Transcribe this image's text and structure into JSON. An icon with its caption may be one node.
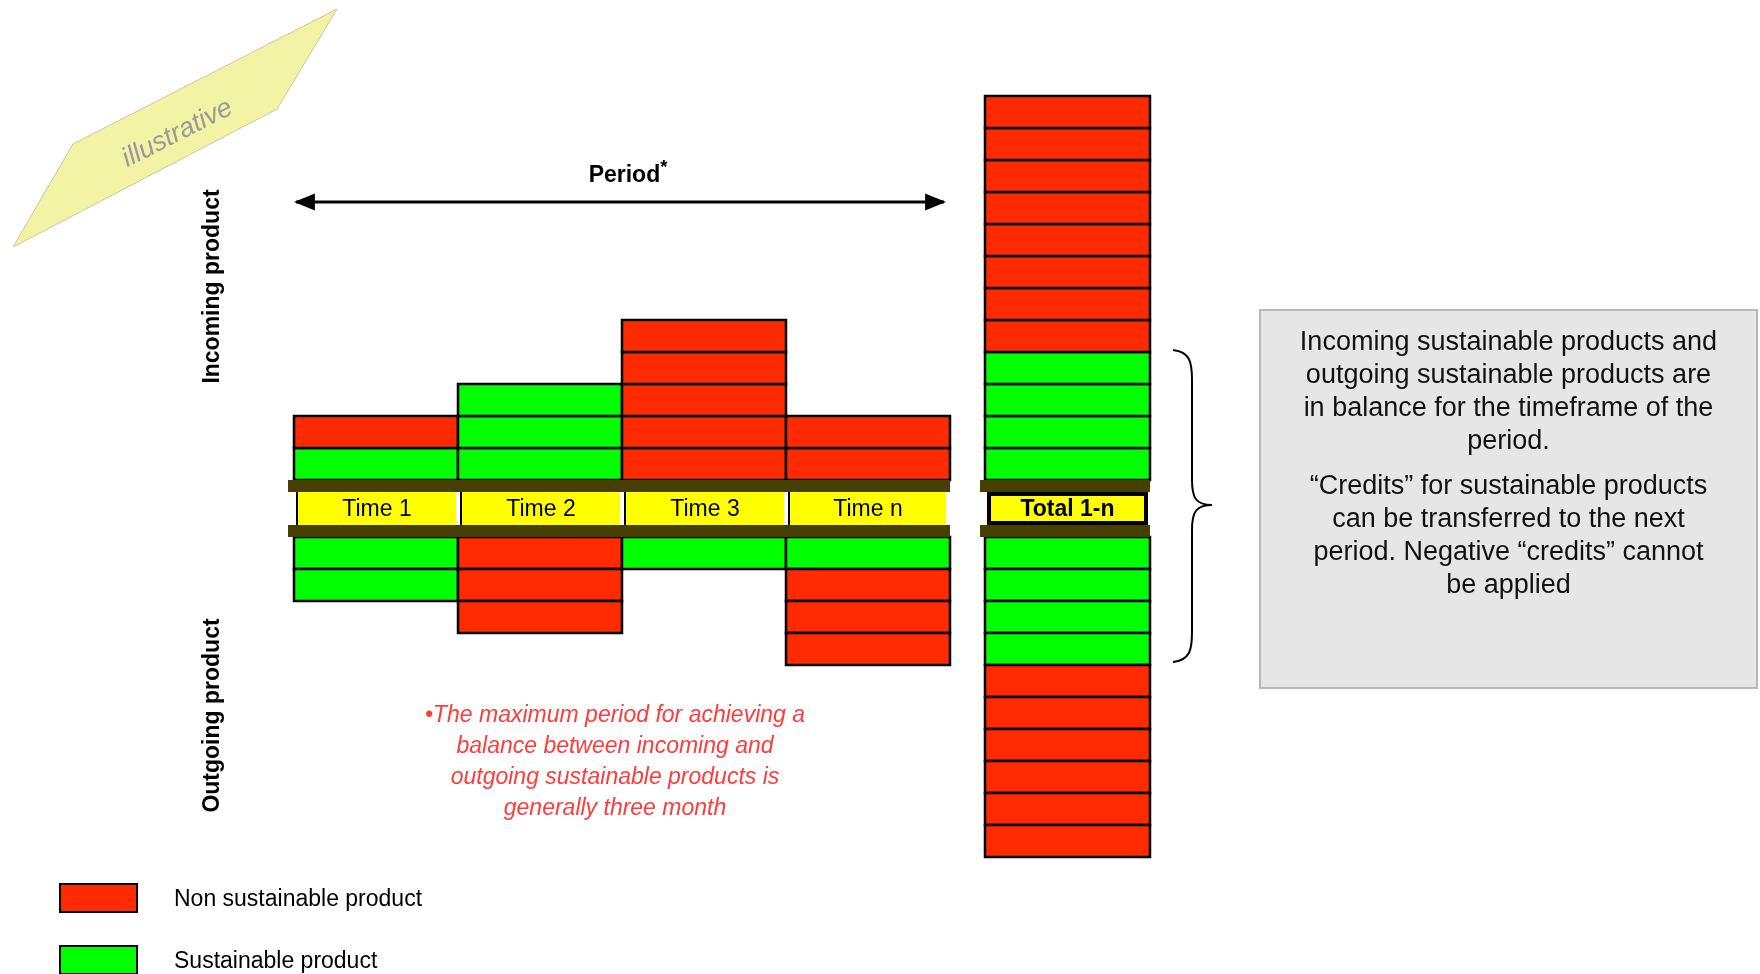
{
  "diagram": {
    "nodes": [
      {
        "text": [
          "Time 1"
        ]
      },
      {
        "text": [
          "Time 2"
        ]
      },
      {
        "text": [
          "Time 3"
        ]
      },
      {
        "text": [
          "Time n"
        ]
      },
      {
        "text": [
          "Total 1-n"
        ]
      },
      {
        "text": [
          "Incoming sustainable products and outgoing sustainable products are in balance for the timeframe of the period.",
          "“Credits” for sustainable products can be transferred to the next period. Negative “credits” cannot be applied"
        ]
      }
    ],
    "labels": [
      "illustrative",
      "Period$^{*}$",
      "Incoming product",
      "Outgoing product",
      "•The maximum period for achieving a balance between incoming and outgoing sustainable products is generally three month"
    ],
    "legend": [
      {
        "text": "Non sustainable product",
        "color": "#ff2a00"
      },
      {
        "text": "Sustainable product",
        "color": "#00ff00"
      }
    ]
  }
}
